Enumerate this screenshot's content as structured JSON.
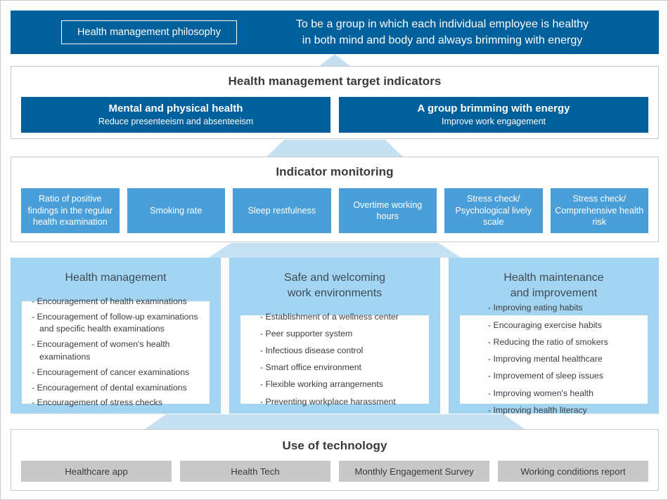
{
  "philosophy": {
    "chip_label": "Health management philosophy",
    "statement_line1": "To be a group in which each individual employee is healthy",
    "statement_line2": "in both mind and body and always brimming with energy"
  },
  "targets": {
    "title": "Health management target indicators",
    "cards": [
      {
        "main": "Mental and physical health",
        "sub": "Reduce presenteeism and absenteeism"
      },
      {
        "main": "A group brimming with energy",
        "sub": "Improve work engagement"
      }
    ]
  },
  "monitoring": {
    "title": "Indicator monitoring",
    "indicators": [
      "Ratio of positive findings in the regular health examination",
      "Smoking rate",
      "Sleep restfulness",
      "Overtime working hours",
      "Stress check/ Psychological lively scale",
      "Stress check/ Comprehensive health risk"
    ]
  },
  "pillars": [
    {
      "title_line1": "Health management",
      "title_line2": "",
      "items": [
        "- Encouragement of health examinations",
        "- Encouragement of follow-up examinations and specific health examinations",
        "- Encouragement of women's health examinations",
        "- Encouragement of cancer examinations",
        "- Encouragement of dental examinations",
        "- Encouragement of stress checks"
      ]
    },
    {
      "title_line1": "Safe and welcoming",
      "title_line2": "work environments",
      "items": [
        "- Establishment of a wellness center",
        "- Peer supporter system",
        "- Infectious disease control",
        "- Smart office environment",
        "- Flexible working arrangements",
        "- Preventing workplace harassment"
      ]
    },
    {
      "title_line1": "Health maintenance",
      "title_line2": "and improvement",
      "items": [
        "- Improving eating habits",
        "- Encouraging exercise habits",
        "- Reducing the ratio of smokers",
        "- Improving mental healthcare",
        "- Improvement of sleep issues",
        "- Improving women's health",
        "- Improving health literacy"
      ]
    }
  ],
  "technology": {
    "title": "Use of technology",
    "tools": [
      "Healthcare app",
      "Health Tech",
      "Monthly Engagement Survey",
      "Working conditions report"
    ]
  },
  "colors": {
    "dark_blue": "#00609c",
    "medium_blue": "#4a9fd8",
    "light_blue": "#a3d4f2",
    "arrow_blue": "#c6e0f3",
    "gray_chip": "#c8c8c8",
    "border_gray": "#c9c9c9"
  }
}
